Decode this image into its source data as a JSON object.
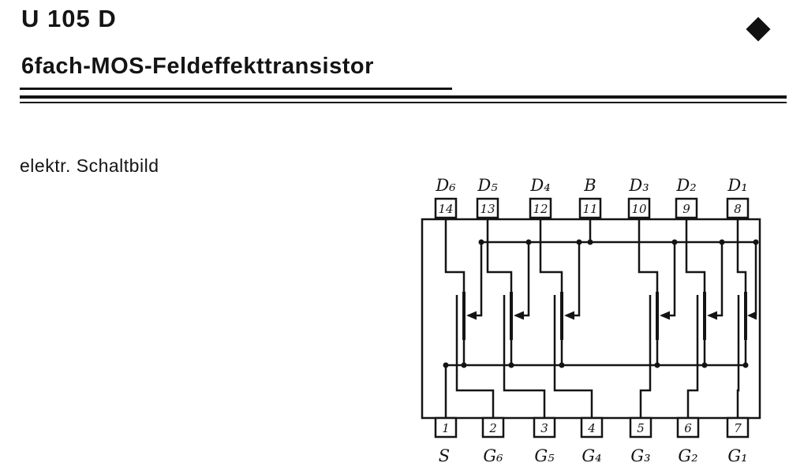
{
  "header": {
    "part_number": "U 105 D",
    "title": "6fach-MOS-Feldeffekttransistor",
    "section_label": "elektr. Schaltbild"
  },
  "colors": {
    "ink": "#141414",
    "paper": "#ffffff"
  },
  "icons": {
    "brand_mark": "filled-diamond"
  },
  "schematic": {
    "description": "6 MOSFET transistors in one package, common source and bulk",
    "top_pins": [
      {
        "label": "D₆",
        "number": "14"
      },
      {
        "label": "D₅",
        "number": "13"
      },
      {
        "label": "D₄",
        "number": "12"
      },
      {
        "label": "B",
        "number": "11"
      },
      {
        "label": "D₃",
        "number": "10"
      },
      {
        "label": "D₂",
        "number": "9"
      },
      {
        "label": "D₁",
        "number": "8"
      }
    ],
    "bottom_pins": [
      {
        "label": "S",
        "number": "1"
      },
      {
        "label": "G₆",
        "number": "2"
      },
      {
        "label": "G₅",
        "number": "3"
      },
      {
        "label": "G₄",
        "number": "4"
      },
      {
        "label": "G₃",
        "number": "5"
      },
      {
        "label": "G₂",
        "number": "6"
      },
      {
        "label": "G₁",
        "number": "7"
      }
    ]
  }
}
